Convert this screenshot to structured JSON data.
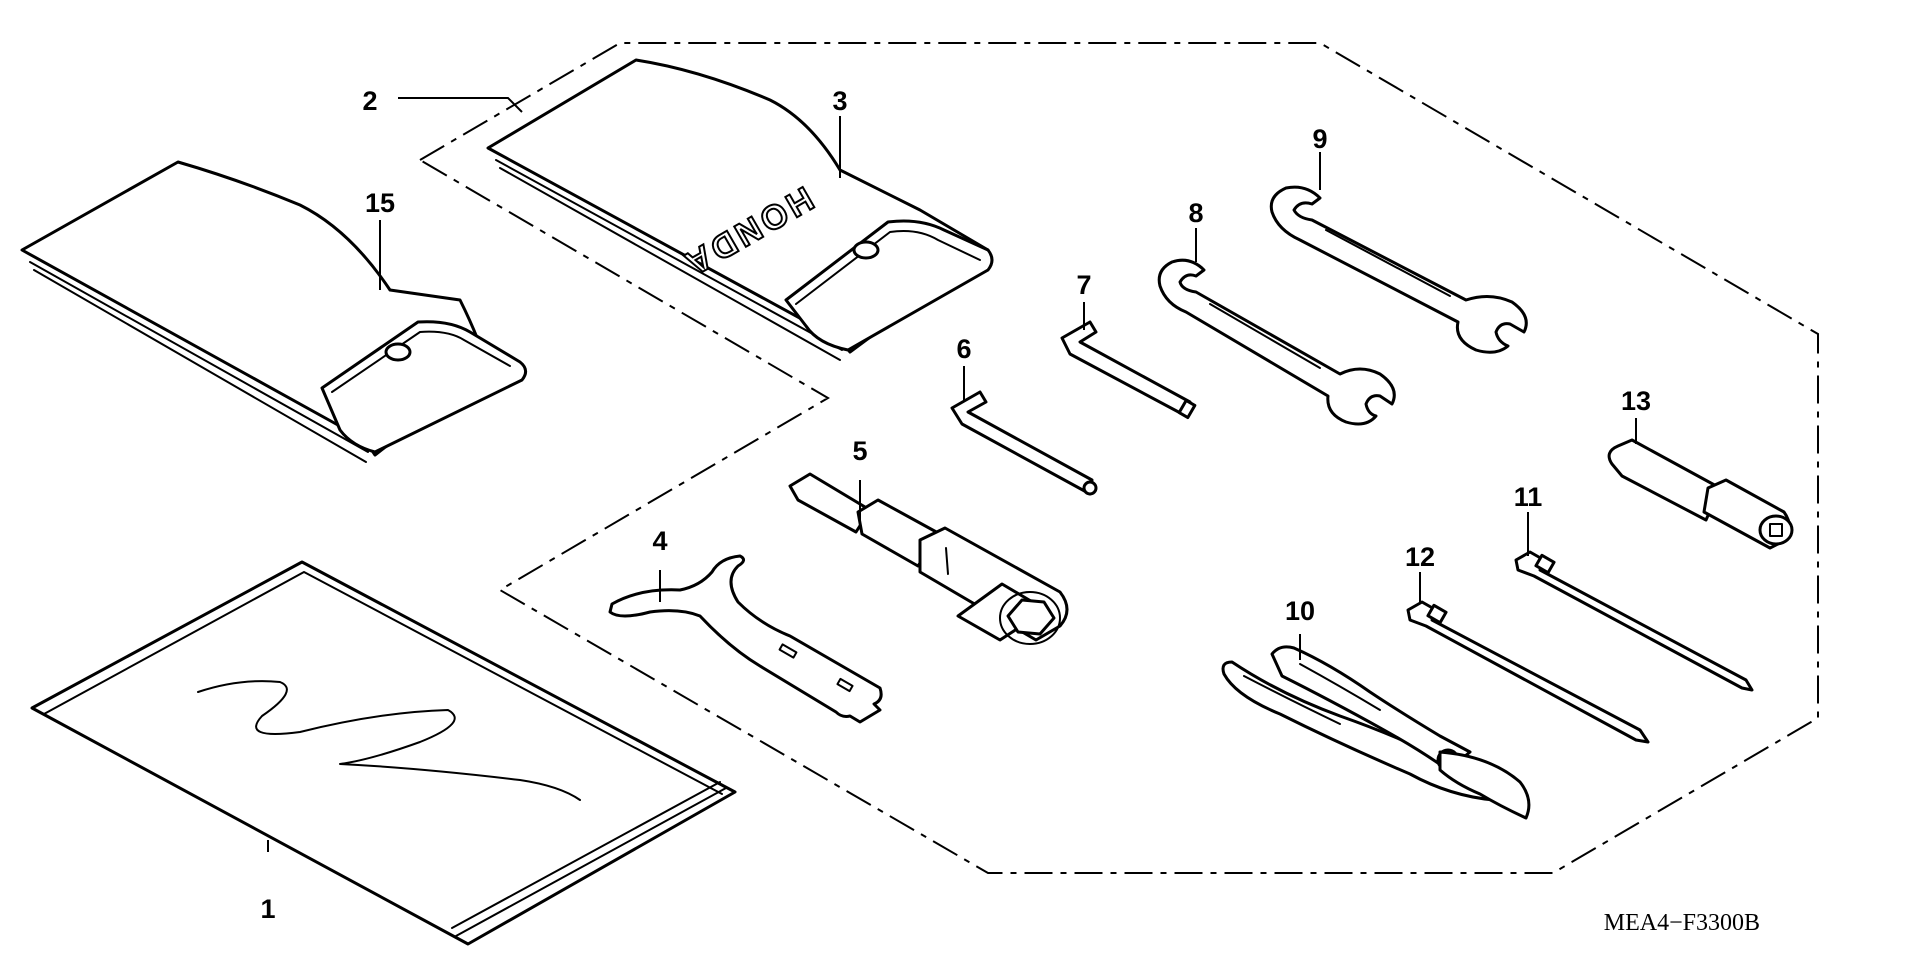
{
  "callouts": [
    "1",
    "2",
    "3",
    "4",
    "5",
    "6",
    "7",
    "8",
    "9",
    "10",
    "11",
    "12",
    "13",
    "15"
  ],
  "bag_logo": "HONDA",
  "diagram_code": "MEA4−F3300B"
}
